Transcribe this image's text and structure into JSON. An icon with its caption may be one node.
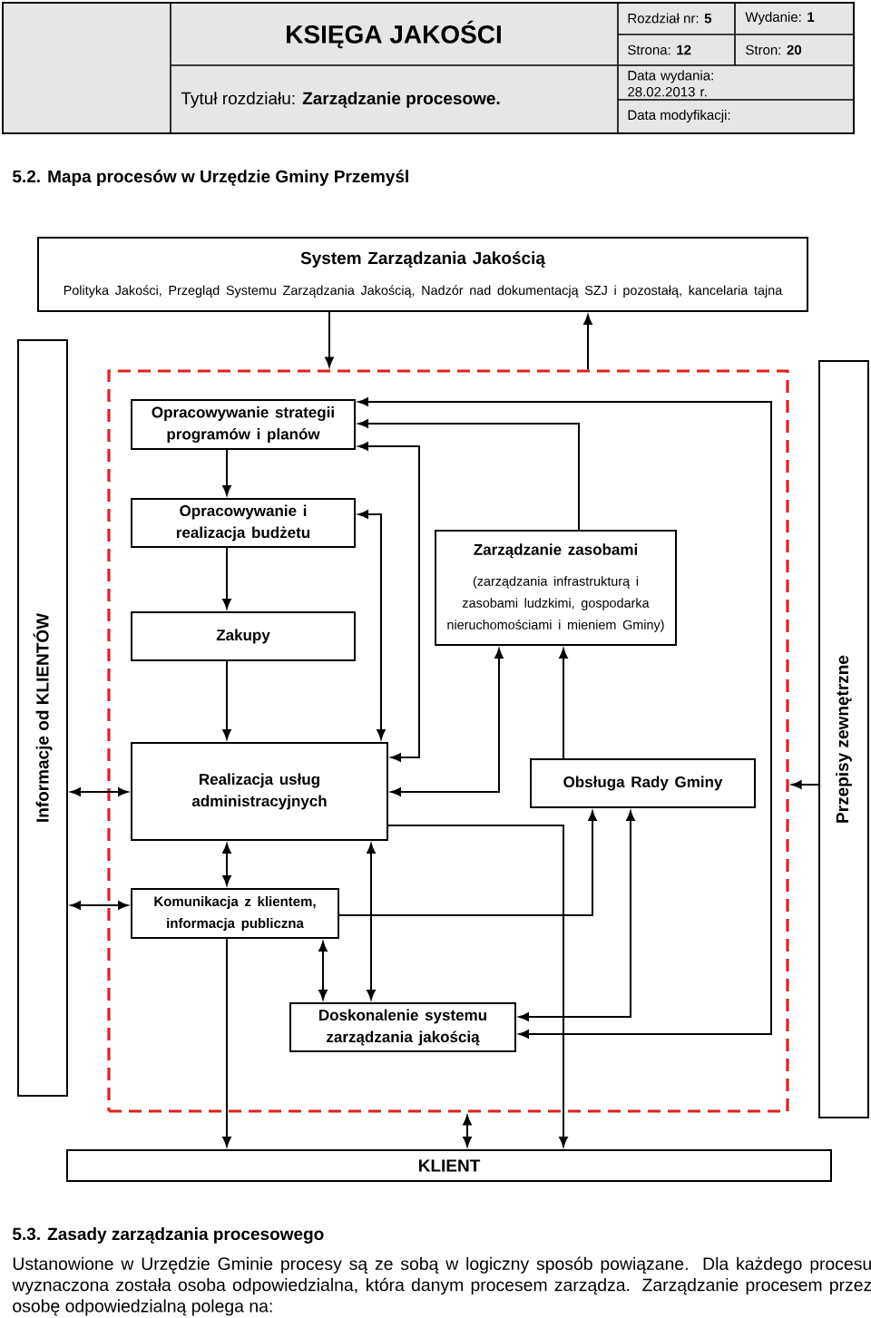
{
  "diagram": {
    "title": "5.2. Mapa procesów w Urzędzie Gminy Przemyśl",
    "nodes": [
      {
        "text": [
          "System Zarządzania Jakością",
          "Polityka Jakości, Przegląd Systemu Zarządzania Jakością, Nadzór nad dokumentacją SZJ i pozostałą, kancelaria tajna"
        ]
      },
      {
        "text": [],
        "shape": "box"
      },
      {
        "text": [
          "Informacje od KLIENTÓW"
        ]
      },
      {
        "text": [
          "Przepisy zewnętrzne"
        ]
      },
      {
        "text": [
          "Opracowywanie strategii programów i planów"
        ],
        "in": 1
      },
      {
        "text": [
          "Opracowywanie i realizacja budżetu"
        ],
        "in": 1
      },
      {
        "text": [
          "Zarządzanie zasobami",
          "(zarządzania infrastrukturą i zasobami ludzkimi, gospodarka nieruchomościami i mieniem Gminy)"
        ],
        "in": 1
      },
      {
        "text": [
          "Zakupy"
        ],
        "in": 1
      },
      {
        "text": [
          "Realizacja usług administracyjnych"
        ],
        "in": 1
      },
      {
        "text": [
          "Obsługa Rady Gminy"
        ],
        "in": 1
      },
      {
        "text": [
          "Komunikacja z klientem, informacja publiczna"
        ],
        "in": 1
      },
      {
        "text": [
          "Doskonalenie systemu zarządzania jakością"
        ],
        "in": 1
      },
      {
        "text": [
          "KLIENT"
        ]
      }
    ],
    "edges": [
      {
        "from": 0,
        "to": 1,
        "arrow": "to"
      },
      {
        "from": 1,
        "to": 0,
        "arrow": "to"
      },
      {
        "from": 1,
        "to": 12,
        "arrow": "both"
      },
      {
        "from": 2,
        "to": 8,
        "arrow": "both"
      },
      {
        "from": 2,
        "to": 10,
        "arrow": "both"
      },
      {
        "from": 3,
        "to": 1,
        "arrow": "to"
      },
      {
        "from": 4,
        "to": 5,
        "arrow": "to"
      },
      {
        "from": 5,
        "to": 7,
        "arrow": "to"
      },
      {
        "from": 7,
        "to": 8,
        "arrow": "to"
      },
      {
        "from": 6,
        "to": 4,
        "arrow": "to"
      },
      {
        "from": 11,
        "to": 4,
        "arrow": "both"
      },
      {
        "from": 8,
        "to": 4,
        "arrow": "both"
      },
      {
        "from": 8,
        "to": 5,
        "arrow": "both"
      },
      {
        "from": 8,
        "to": 6,
        "arrow": "both"
      },
      {
        "from": 9,
        "to": 6,
        "arrow": "to"
      },
      {
        "from": 8,
        "to": 12,
        "arrow": "to"
      },
      {
        "from": 10,
        "to": 9,
        "arrow": "to"
      },
      {
        "from": 9,
        "to": 11,
        "arrow": "both"
      },
      {
        "from": 8,
        "to": 10,
        "arrow": "both"
      },
      {
        "from": 8,
        "to": 11,
        "arrow": "both"
      },
      {
        "from": 10,
        "to": 11,
        "arrow": "both"
      },
      {
        "from": 10,
        "to": 12,
        "arrow": "to"
      }
    ],
    "labels": [
      "KSIĘGA JAKOŚCI",
      "Rozdział nr: **5**",
      "Wydanie: **1**",
      "Strona: **12**",
      "Stron: **20**",
      "Tytuł rozdziału: **Zarządzanie procesowe.**",
      "Data wydania: 28.02.2013 r.",
      "Data modyfikacji:",
      "5.3. Zasady zarządzania procesowego",
      "Ustanowione w Urzędzie Gminie procesy są ze sobą w logiczny sposób powiązane. Dla każdego procesu wyznaczona została osoba odpowiedzialna, która danym procesem zarządza. Zarządzanie procesem przez osobę odpowiedzialną polega na:"
    ]
  }
}
